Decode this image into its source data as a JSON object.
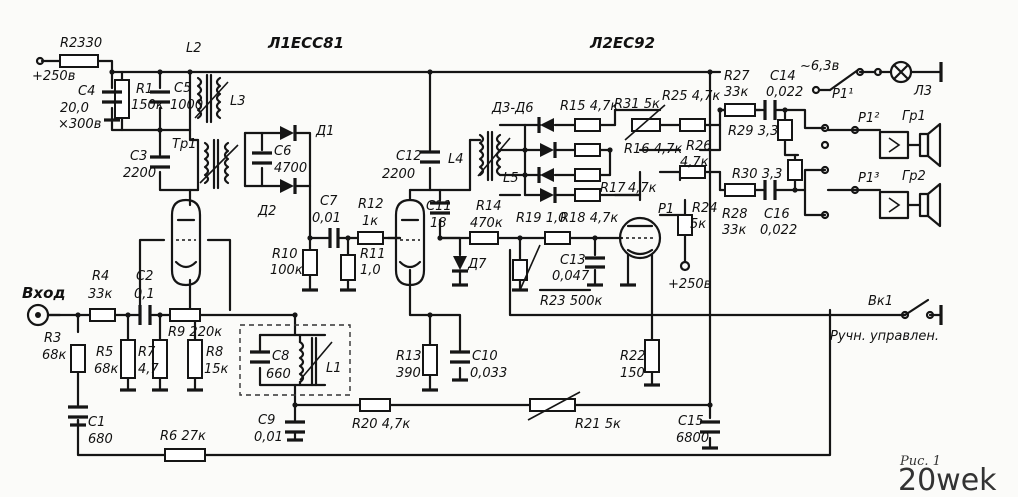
{
  "tubes": {
    "l1": "Л1ECC81",
    "l2": "Л2EC92"
  },
  "supply": {
    "r2": "R2330",
    "plus": "+250в",
    "heater": "~6,3в",
    "p1_plus": "+250в"
  },
  "caps": {
    "c4": [
      "C4",
      "20,0",
      "×300в"
    ],
    "c5": [
      "C5",
      "1000"
    ],
    "c3": [
      "C3",
      "2200"
    ],
    "c6": [
      "C6",
      "4700"
    ],
    "c7": [
      "C7",
      "0,01"
    ],
    "c12": [
      "C12",
      "2200"
    ],
    "c11": [
      "C11",
      "18"
    ],
    "c13": [
      "C13",
      "0,047"
    ],
    "c2": [
      "C2",
      "0,1"
    ],
    "c8": [
      "C8",
      "660"
    ],
    "c9": [
      "C9",
      "0,01"
    ],
    "c10": [
      "C10",
      "0,033"
    ],
    "c1": [
      "C1",
      "680"
    ],
    "c14": [
      "C14",
      "0,022"
    ],
    "c16": [
      "C16",
      "0,022"
    ],
    "c15": [
      "C15",
      "6800"
    ]
  },
  "resistors": {
    "r1": [
      "R1",
      "150к"
    ],
    "r10": [
      "R10",
      "100к"
    ],
    "r11": [
      "R11",
      "1,0"
    ],
    "r12": [
      "R12",
      "1к"
    ],
    "r14": [
      "R14",
      "470к"
    ],
    "r15": "R15 4,7к",
    "r31": "R31 5к",
    "r25": "R25 4,7к",
    "r16": "R16 4,7к",
    "r26": [
      "R26",
      "4,7к"
    ],
    "r17": [
      "R17",
      "4,7к"
    ],
    "r19": "R19 1,0",
    "r18": "R18 4,7к",
    "r23": "R23 500к",
    "r24": [
      "R24",
      "5к"
    ],
    "r27": [
      "R27",
      "33к"
    ],
    "r29": "R29 3,3",
    "r30": "R30 3,3",
    "r28": [
      "R28",
      "33к"
    ],
    "r4": [
      "R4",
      "33к"
    ],
    "r3": [
      "R3",
      "68к"
    ],
    "r5": [
      "R5",
      "68к"
    ],
    "r7": [
      "R7",
      "4,7"
    ],
    "r9": "R9 220к",
    "r8": [
      "R8",
      "15к"
    ],
    "r13": [
      "R13",
      "390"
    ],
    "r22": [
      "R22",
      "150"
    ],
    "r20": "R20 4,7к",
    "r21": "R21 5к",
    "r6": "R6 27к"
  },
  "inductors": {
    "l2": "L2",
    "l3": "L3",
    "l4": "L4",
    "l5": "L5",
    "l1": "L1",
    "tp1": "Tp1"
  },
  "diodes": {
    "d1": "Д1",
    "d2": "Д2",
    "d36": "Д3-Д6",
    "d7": "Д7"
  },
  "relay": {
    "p1": "P1",
    "p11": "P1¹",
    "p12": "P1²",
    "p13": "P1³"
  },
  "outputs": {
    "lamp": "Л3",
    "gr1": "Гр1",
    "gr2": "Гр2"
  },
  "input": {
    "label": "Вход"
  },
  "switch": {
    "name": "Вк1",
    "label": "Ручн. управлен."
  },
  "figure_label": "Рис. 1",
  "watermark": "20wek"
}
